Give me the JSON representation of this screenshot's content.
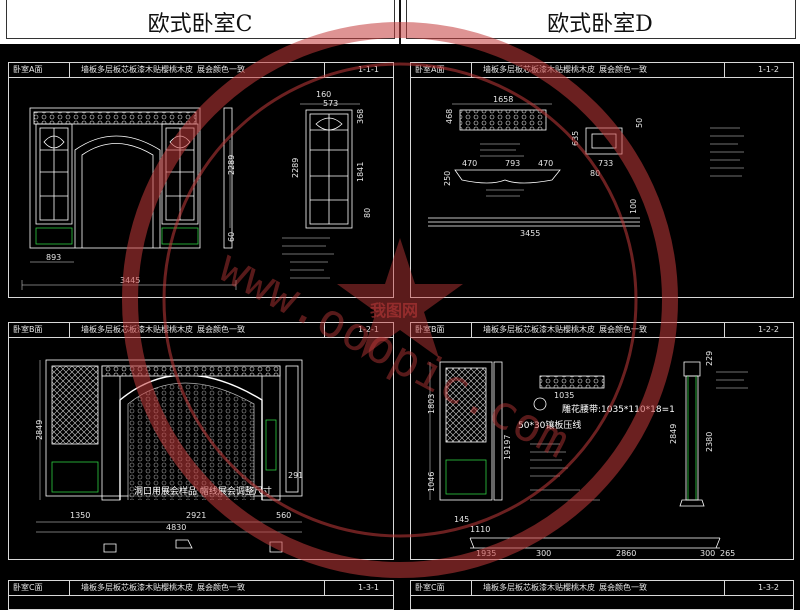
{
  "banner": {
    "left_title": "欧式卧室C",
    "right_title": "欧式卧室D"
  },
  "panels": [
    {
      "room": "卧室A面",
      "desc": "墙板多层板芯板漆木贴樱桃木皮",
      "note": "展会颜色一致",
      "code": "1-1-1"
    },
    {
      "room": "卧室A面",
      "desc": "墙板多层板芯板漆木贴樱桃木皮",
      "note": "展会颜色一致",
      "code": "1-1-2"
    },
    {
      "room": "卧室B面",
      "desc": "墙板多层板芯板漆木贴樱桃木皮",
      "note": "展会颜色一致",
      "code": "1-2-1"
    },
    {
      "room": "卧室B面",
      "desc": "墙板多层板芯板漆木贴樱桃木皮",
      "note": "展会颜色一致",
      "code": "1-2-2"
    },
    {
      "room": "卧室C面",
      "desc": "墙板多层板芯板漆木贴樱桃木皮",
      "note": "展会颜色一致",
      "code": "1-3-1"
    },
    {
      "room": "卧室C面",
      "desc": "墙板多层板芯板漆木贴樱桃木皮",
      "note": "展会颜色一致",
      "code": "1-3-2"
    }
  ],
  "dims": {
    "p1": {
      "d3445": "3445",
      "d893": "893",
      "d2289": "2289",
      "d60": "60",
      "d160": "160",
      "d573": "573",
      "d368": "368",
      "d2289b": "2289",
      "d1841": "1841",
      "d80": "80"
    },
    "p2": {
      "d1658": "1658",
      "d468": "468",
      "d470": "470",
      "d793": "793",
      "d2470": "470",
      "d250": "250",
      "d3455": "3455",
      "d733": "733",
      "d80": "80",
      "d635": "635",
      "d100": "100",
      "d50": "50"
    },
    "p3": {
      "d2849": "2849",
      "d1350": "1350",
      "d2921": "2921",
      "d560": "560",
      "d4830": "4830",
      "d291": "291",
      "caption": "洞口用展会样品 帽线展会调整尺寸"
    },
    "p4": {
      "d1803": "1803",
      "d1046": "1046",
      "d1035": "1035",
      "d145": "145",
      "d1110": "1110",
      "d19197": "19197",
      "d1935": "1935",
      "d300": "300",
      "d2860": "2860",
      "d300b": "300",
      "d265": "265",
      "d229": "229",
      "d2849": "2849",
      "d2380": "2380",
      "lbl_carve": "雕花腰带:1035*110*18=1",
      "lbl_line": "50*30镶板压线"
    }
  },
  "watermark": {
    "brand": "我图网",
    "url": "www.ooopic.com"
  },
  "colors": {
    "background": "#000000",
    "line": "#ffffff",
    "accent_green": "#2ecc40",
    "accent_red": "#e04040",
    "accent_yellow": "#f5e642",
    "accent_cyan": "#3ad7e0",
    "watermark": "#c43b3b"
  }
}
